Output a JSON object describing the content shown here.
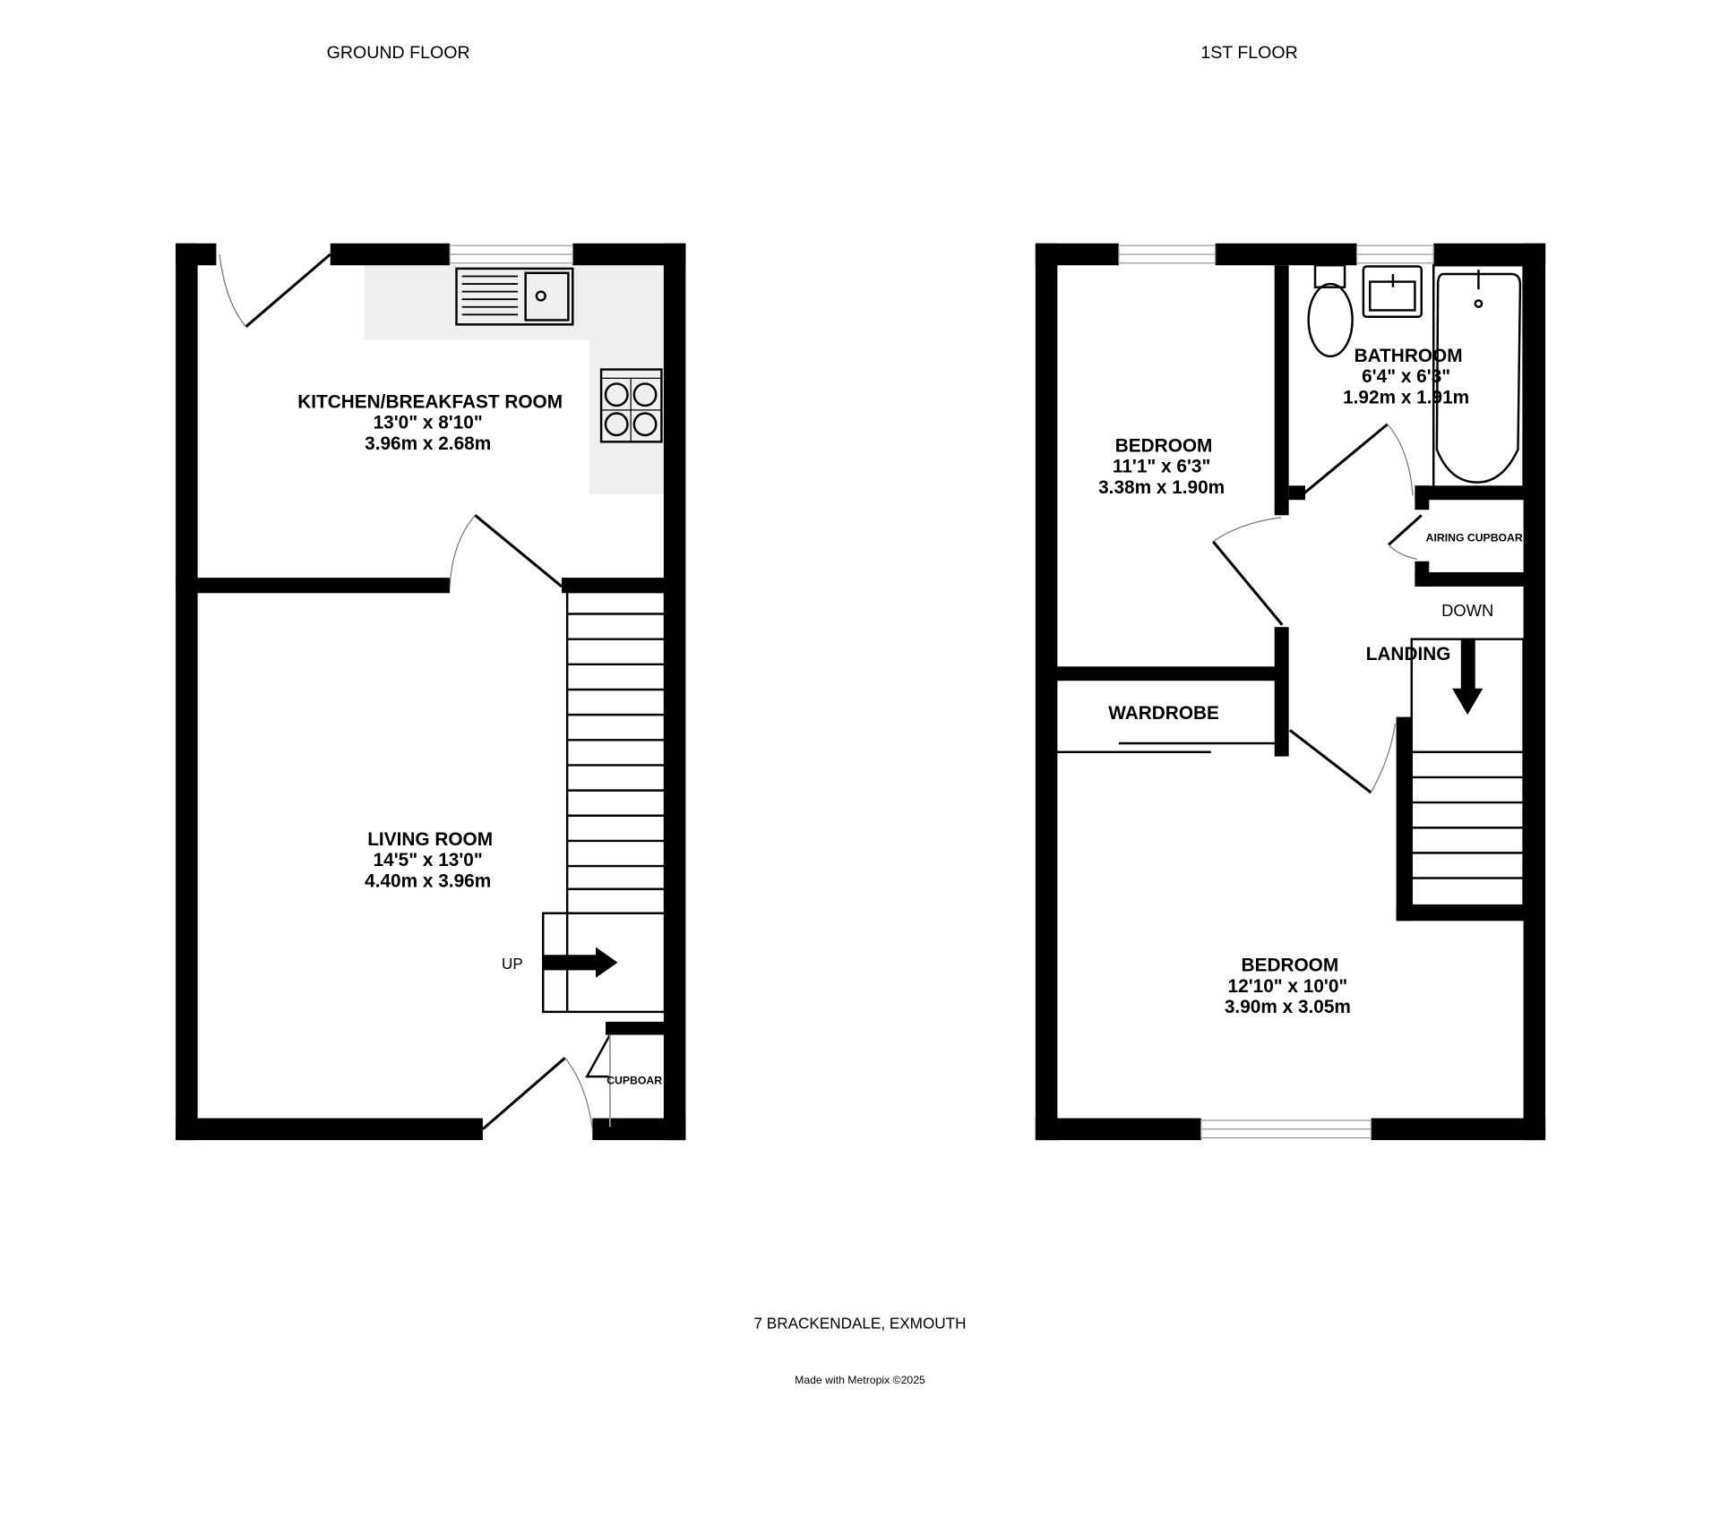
{
  "colors": {
    "wall": "#000000",
    "worktop": "#efefef",
    "background": "#ffffff"
  },
  "ground_floor": {
    "title": "GROUND FLOOR",
    "kitchen": {
      "name": "KITCHEN/BREAKFAST ROOM",
      "imperial": "13'0\"  x 8'10\"",
      "metric": "3.96m  x 2.68m"
    },
    "living": {
      "name": "LIVING ROOM",
      "imperial": "14'5\"  x 13'0\"",
      "metric": "4.40m  x 3.96m"
    },
    "stairs_label": "UP",
    "cupboard_label": "CUPBOAR"
  },
  "first_floor": {
    "title": "1ST FLOOR",
    "bedroom1": {
      "name": "BEDROOM",
      "imperial": "11'1\"  x 6'3\"",
      "metric": "3.38m  x 1.90m"
    },
    "bathroom": {
      "name": "BATHROOM",
      "imperial": "6'4\"  x 6'3\"",
      "metric": "1.92m  x 1.91m"
    },
    "bedroom2": {
      "name": "BEDROOM",
      "imperial": "12'10\"  x 10'0\"",
      "metric": "3.90m  x 3.05m"
    },
    "airing_label": "AIRING CUPBOAR",
    "wardrobe_label": "WARDROBE",
    "landing_label": "LANDING",
    "stairs_label": "DOWN"
  },
  "footer": {
    "address": "7 BRACKENDALE, EXMOUTH",
    "credit": "Made with Metropix ©2025"
  }
}
